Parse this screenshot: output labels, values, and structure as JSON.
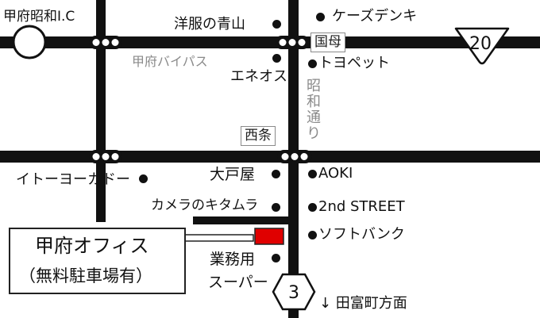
{
  "ic_label": "甲府昭和I.C",
  "route_numbers": {
    "top_right": "20",
    "bottom": "3"
  },
  "roads": {
    "bypass_name": "甲府バイパス",
    "vertical_name": "昭和通り"
  },
  "intersections": {
    "kokubo": "国母",
    "saijo": "西条"
  },
  "landmarks": {
    "yofuku_aoyama": "洋服の青山",
    "kssdenki": "ケーズデンキ",
    "eneos": "エネオス",
    "toyopet": "トヨペット",
    "itoyokado": "イトーヨーカドー",
    "ootoya": "大戸屋",
    "aoki": "AOKI",
    "kitamura": "カメラのキタムラ",
    "second_street": "2nd STREET",
    "softbank": "ソフトバンク",
    "gyomu_super_1": "業務用",
    "gyomu_super_2": "スーパー"
  },
  "direction": "↓ 田富町方面",
  "office": {
    "name": "甲府オフィス",
    "parking": "（無料駐車場有）"
  },
  "colors": {
    "road": "#111111",
    "office_marker": "#e00000",
    "gray_text": "#8a8a8a"
  }
}
